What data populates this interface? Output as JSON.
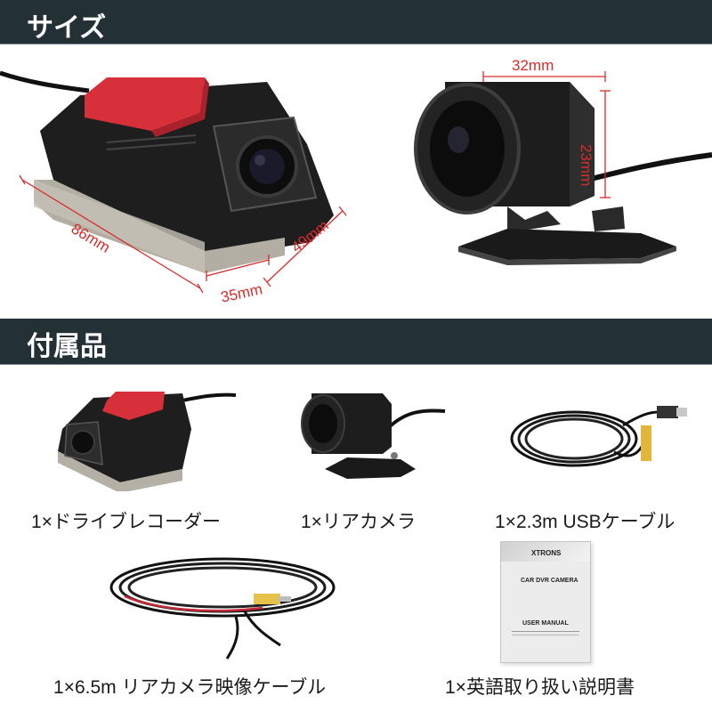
{
  "sections": {
    "size_title": "サイズ",
    "accessories_title": "付属品"
  },
  "dimensions": {
    "recorder_length": "86mm",
    "recorder_height": "49mm",
    "recorder_depth": "35mm",
    "camera_width": "32mm",
    "camera_height": "23mm"
  },
  "accessories": [
    {
      "label": "1×ドライブレコーダー"
    },
    {
      "label": "1×リアカメラ"
    },
    {
      "label": "1×2.3m USBケーブル"
    },
    {
      "label": "1×6.5m リアカメラ映像ケーブル"
    },
    {
      "label": "1×英語取り扱い説明書"
    }
  ],
  "manual": {
    "brand": "XTRONS",
    "product": "CAR DVR CAMERA",
    "doc": "USER MANUAL"
  },
  "colors": {
    "header_bg": "#233036",
    "dimension_red": "#d92b2b",
    "adhesive_red": "#d8303a"
  }
}
